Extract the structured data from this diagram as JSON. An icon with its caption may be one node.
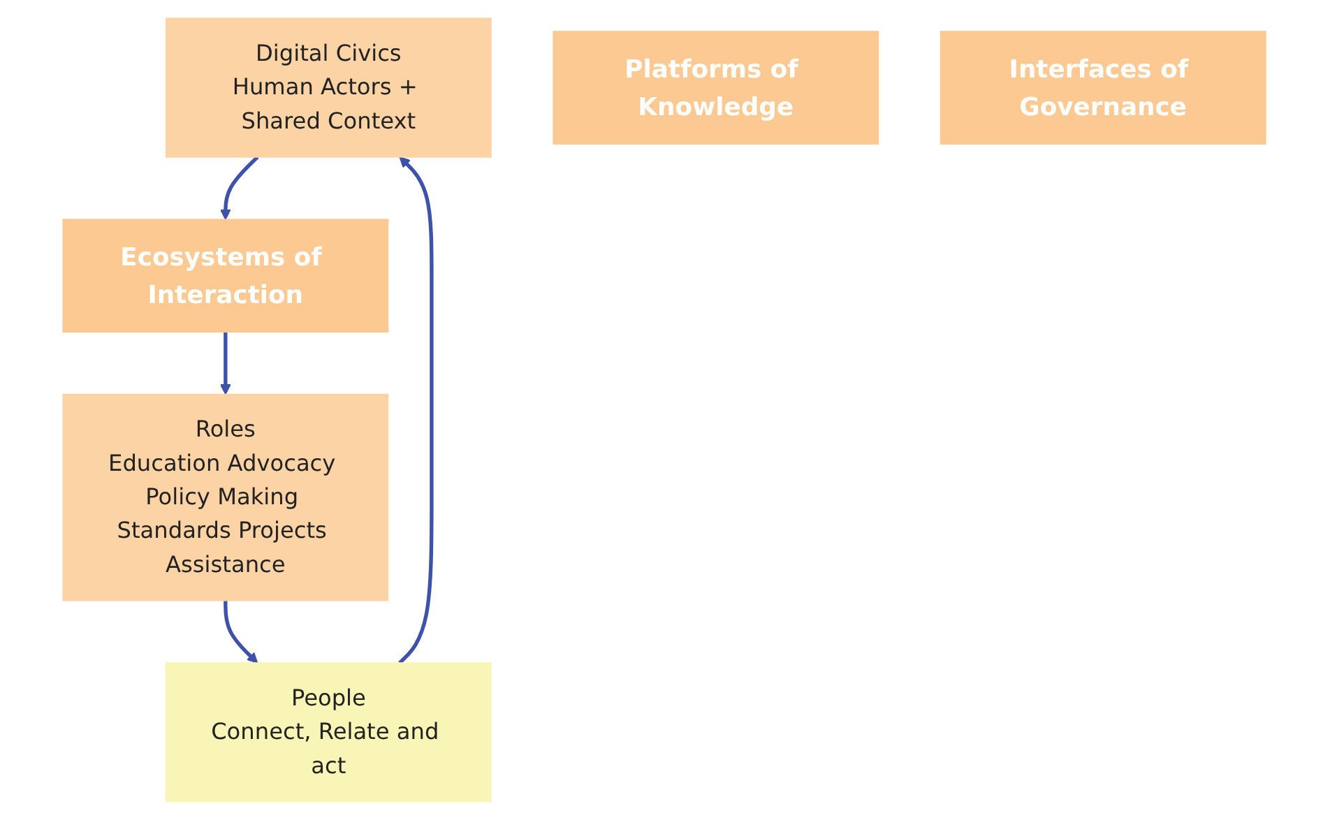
{
  "diagram": {
    "nodes": [
      {
        "text": [
          "Digital Civics",
          "Human Actors + Shared Context"
        ]
      },
      {
        "text": [
          "People",
          "Connect, Relate and act"
        ]
      },
      {
        "text": [
          "Roles",
          "Education Advocacy Policy Making Standards Projects Assistance"
        ]
      },
      {
        "text": [
          "Platforms of Knowledge"
        ]
      },
      {
        "text": [
          "Ecosystems of Interaction"
        ]
      },
      {
        "text": [
          "Interfaces of Governance"
        ]
      }
    ],
    "edges": [
      {
        "from": 1,
        "to": 0,
        "arrow": "to"
      },
      {
        "from": 2,
        "to": 1,
        "arrow": "to"
      },
      {
        "from": 0,
        "to": 4,
        "arrow": "to"
      },
      {
        "from": 4,
        "to": 2,
        "arrow": "to"
      }
    ]
  }
}
